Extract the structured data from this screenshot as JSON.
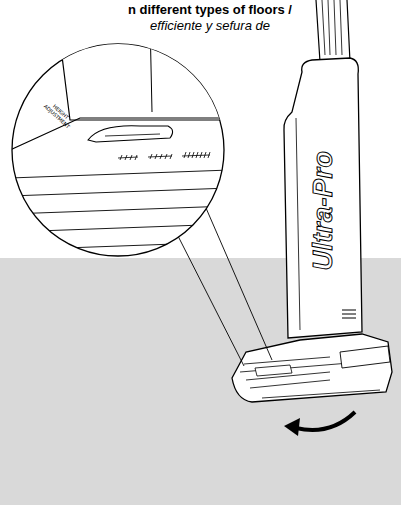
{
  "diagram": {
    "labels": [
      "n different types of floors /",
      "efficiente y sefura de",
      "HEIGHT ADJUSTMENT",
      "Ultra-Pro"
    ]
  }
}
